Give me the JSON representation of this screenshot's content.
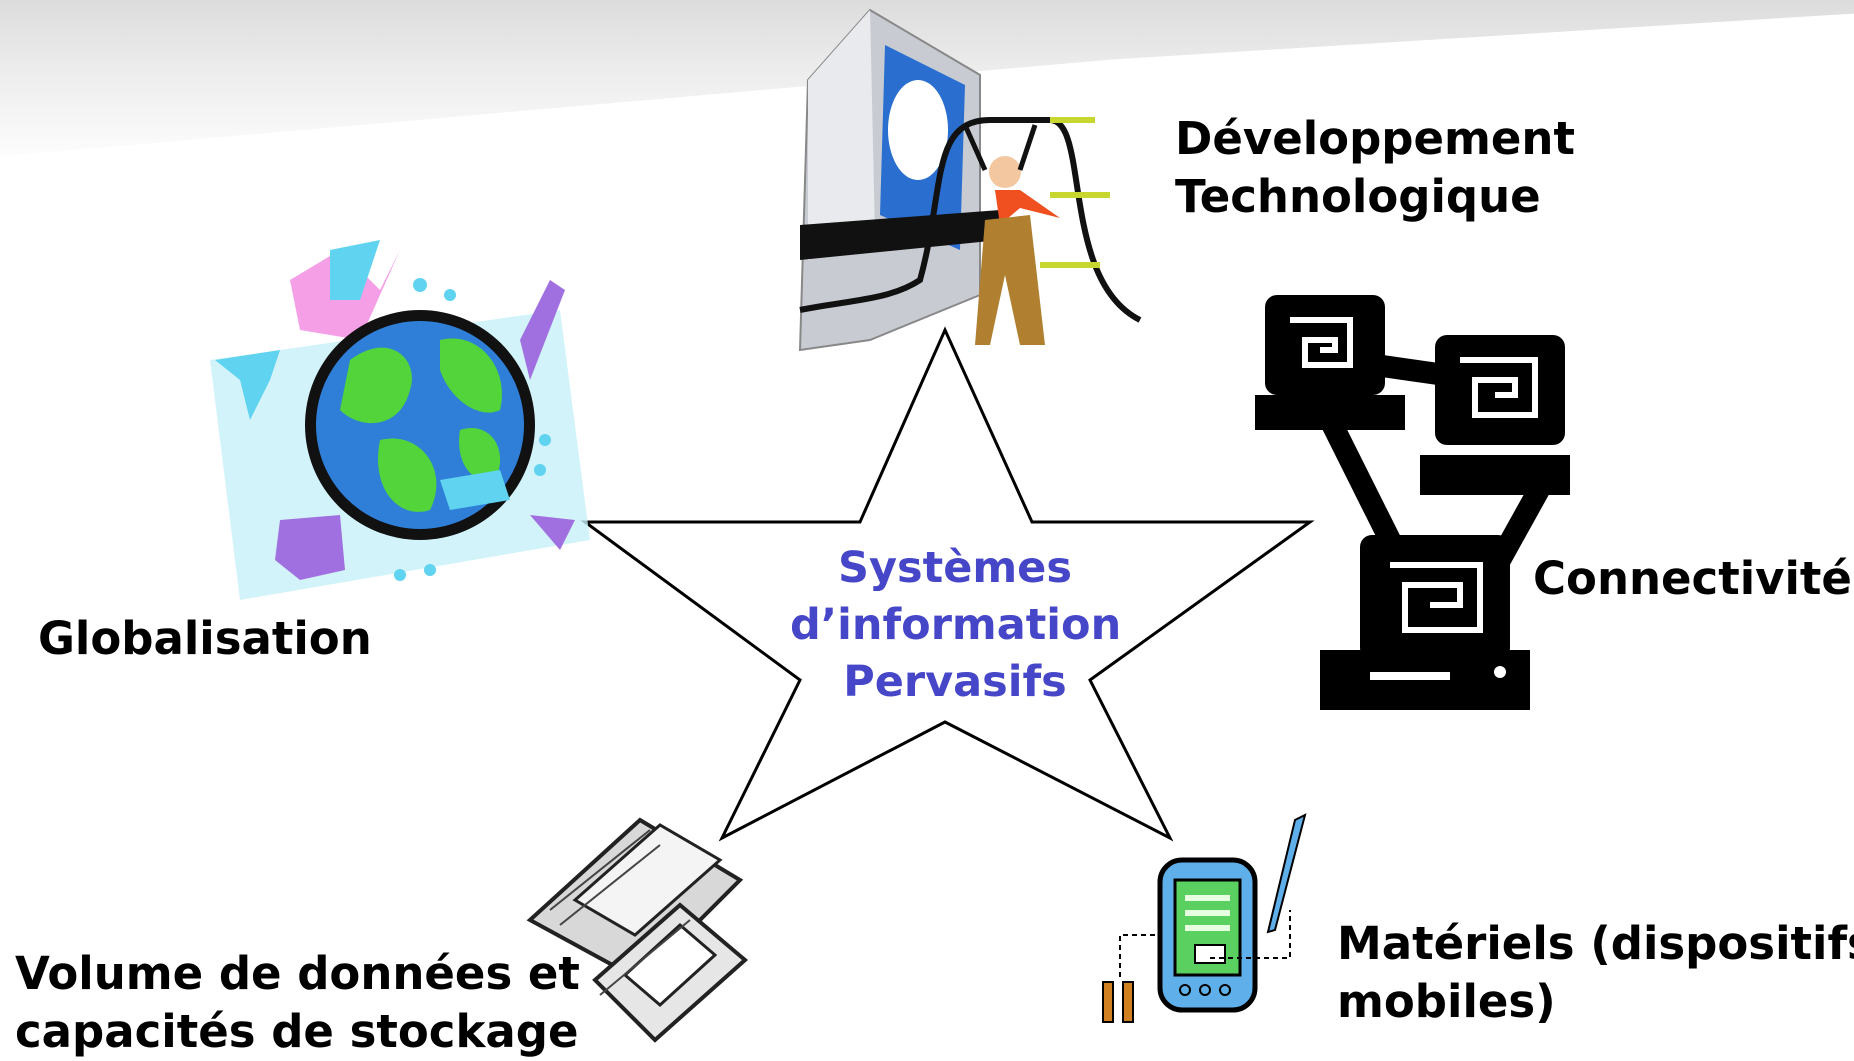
{
  "center": {
    "line1": "Systèmes",
    "line2": "d’information",
    "line3": "Pervasifs"
  },
  "labels": {
    "dev_line1": "Développement",
    "dev_line2": "Technologique",
    "globalisation": "Globalisation",
    "connectivite": "Connectivité",
    "volume_line1": "Volume de données et",
    "volume_line2": "capacités de stockage",
    "materiels_line1": "Matériels (dispositifs",
    "materiels_line2": "mobiles)"
  },
  "colors": {
    "center_text": "#4646c8",
    "label_text": "#000000",
    "globe_ocean": "#2f7fd8",
    "globe_land": "#52d43a",
    "accent_cyan": "#5fd3f0",
    "accent_pink": "#f59de8",
    "accent_purple": "#a070e0",
    "accent_yellow": "#d8e050"
  },
  "icons": [
    "technology-developer-icon",
    "globe-network-icon",
    "connected-computers-icon",
    "floppy-disks-icon",
    "pda-device-icon"
  ]
}
